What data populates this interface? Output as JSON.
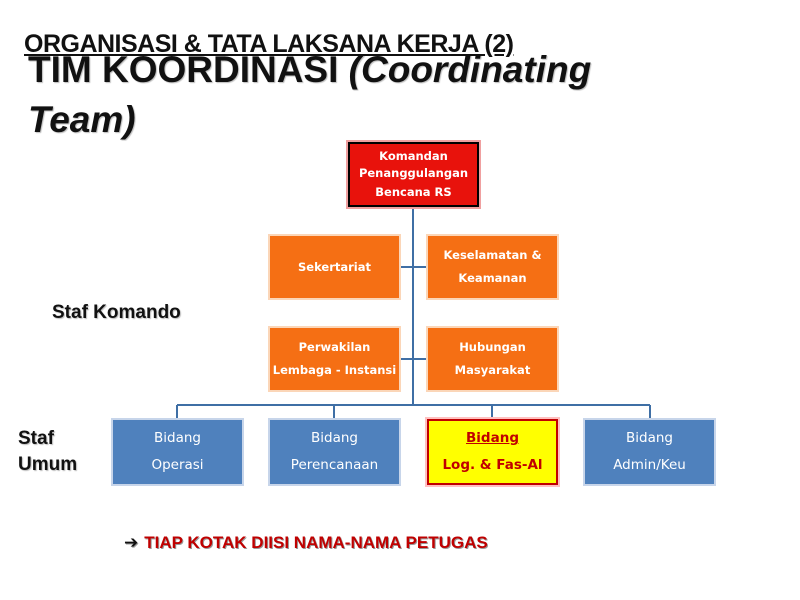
{
  "slide": {
    "supertitle": "ORGANISASI & TATA LAKSANA KERJA (2)",
    "title_main": "TIM KOORDINASI ",
    "title_italic": "(Coordinating Team)"
  },
  "org": {
    "commander": {
      "line1": "Komandan",
      "line2": "Penanggulangan",
      "line3": "Bencana  RS"
    },
    "command_staff": [
      {
        "line1": "Sekertariat",
        "line2": ""
      },
      {
        "line1": "Keselamatan &",
        "line2": "Keamanan"
      },
      {
        "line1": "Perwakilan",
        "line2": "Lembaga - Instansi"
      },
      {
        "line1": "Hubungan",
        "line2": "Masyarakat"
      }
    ],
    "general_staff": [
      {
        "line1": "Bidang",
        "line2": "Operasi"
      },
      {
        "line1": "Bidang",
        "line2": "Perencanaan"
      },
      {
        "line1": "Bidang",
        "line2": "Log. & Fas-Al"
      },
      {
        "line1": "Bidang",
        "line2": "Admin/Keu"
      }
    ]
  },
  "labels": {
    "staf_komando": "Staf Komando",
    "staf_umum_1": "Staf",
    "staf_umum_2": "Umum"
  },
  "note": {
    "arrow": "➔",
    "text": "TIAP KOTAK DIISI NAMA-NAMA PETUGAS"
  },
  "colors": {
    "commander": "#e8120c",
    "command_staff": "#f56f14",
    "general_staff": "#4f81bd",
    "highlight": "#ffff00",
    "connector": "#3f6fa5",
    "note": "#c00000"
  }
}
